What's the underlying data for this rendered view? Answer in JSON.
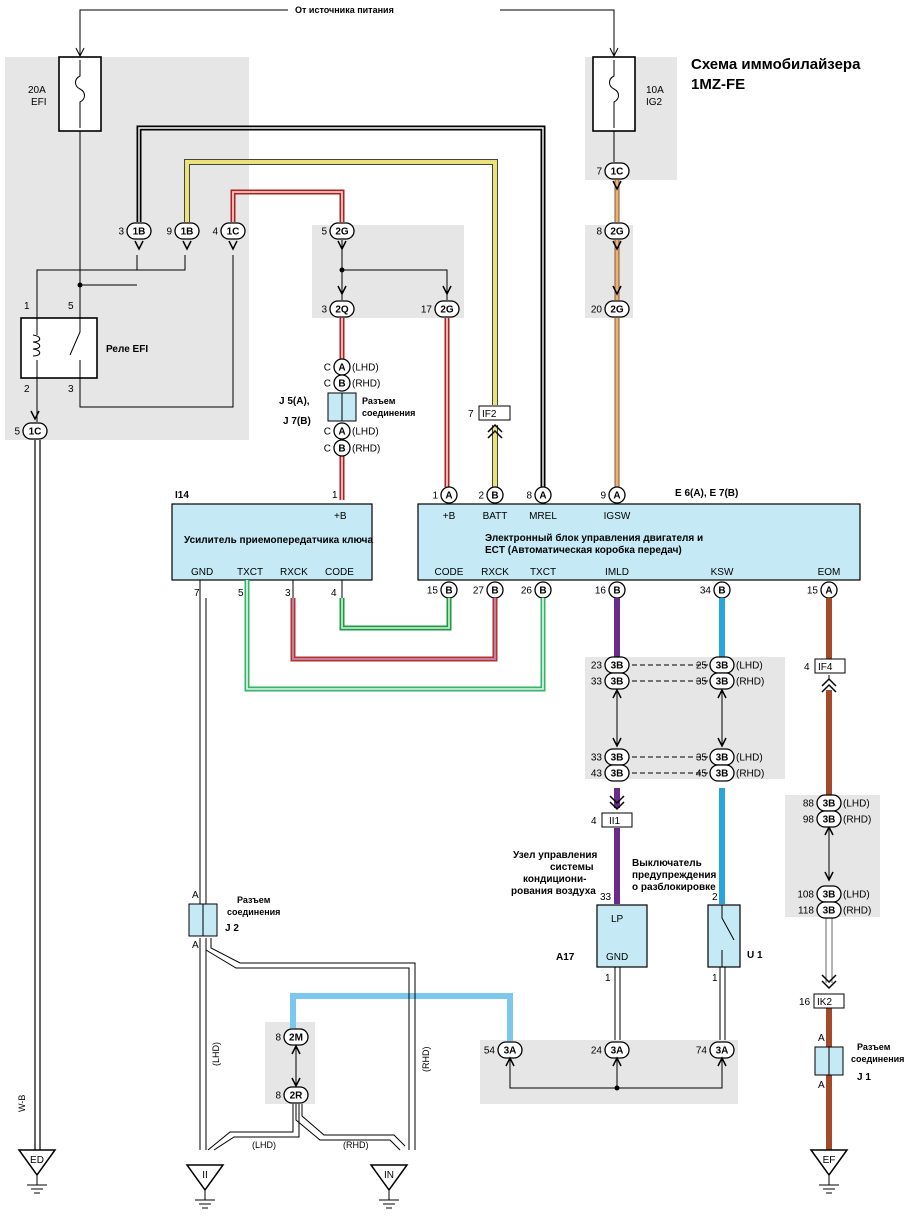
{
  "title": {
    "line1": "Схема иммобилайзера",
    "line2": "1MZ-FE"
  },
  "power_source": "От  источника питания",
  "fuses": [
    {
      "amp": "20A",
      "name": "EFI"
    },
    {
      "amp": "10A",
      "name": "IG2"
    }
  ],
  "relay_label": "Реле EFI",
  "relay_pins": [
    "1",
    "5",
    "2",
    "3"
  ],
  "connectors": {
    "c1B_3": {
      "pin": "3",
      "code": "1B"
    },
    "c1B_9": {
      "pin": "9",
      "code": "1B"
    },
    "c1C_4": {
      "pin": "4",
      "code": "1C"
    },
    "c2G_5": {
      "pin": "5",
      "code": "2G"
    },
    "c2Q_3": {
      "pin": "3",
      "code": "2Q"
    },
    "c2G_17": {
      "pin": "17",
      "code": "2G"
    },
    "c1C_7": {
      "pin": "7",
      "code": "1C"
    },
    "c2G_8": {
      "pin": "8",
      "code": "2G"
    },
    "c2G_20": {
      "pin": "20",
      "code": "2G"
    },
    "c1C_5": {
      "pin": "5",
      "code": "1C"
    },
    "if2": {
      "pin": "7",
      "code": "IF2"
    },
    "if4": {
      "pin": "4",
      "code": "IF4"
    },
    "ii1": {
      "pin": "4",
      "code": "II1"
    },
    "ik2": {
      "pin": "16",
      "code": "IK2"
    },
    "c2M": {
      "pin": "8",
      "code": "2M"
    },
    "c2R": {
      "pin": "8",
      "code": "2R"
    },
    "c3A_54": {
      "pin": "54",
      "code": "3A"
    },
    "c3A_24": {
      "pin": "24",
      "code": "3A"
    },
    "c3A_74": {
      "pin": "74",
      "code": "3A"
    }
  },
  "j5": {
    "top": [
      {
        "pin": "C",
        "code": "A",
        "tag": "(LHD)"
      },
      {
        "pin": "C",
        "code": "B",
        "tag": "(RHD)"
      }
    ],
    "bottom": [
      {
        "pin": "C",
        "code": "A",
        "tag": "(LHD)"
      },
      {
        "pin": "C",
        "code": "B",
        "tag": "(RHD)"
      }
    ],
    "label1": "J 5(A),",
    "label2": "J 7(B)",
    "desc1": "Разъем",
    "desc2": "соединения"
  },
  "amp_unit": {
    "id": "I14",
    "title": "Усилитель приемопередатчика ключа",
    "top_pin": "1",
    "top_term": "+B",
    "terms": [
      "GND",
      "TXCT",
      "RXCK",
      "CODE"
    ],
    "pins": [
      "7",
      "5",
      "3",
      "4"
    ]
  },
  "ecu": {
    "id": "E 6(A), E 7(B)",
    "title1": "Электронный блок управления двигателя и",
    "title2": "ECT (Автоматическая коробка передач)",
    "top_terms": [
      {
        "pin": "1",
        "code": "A",
        "term": "+B"
      },
      {
        "pin": "2",
        "code": "B",
        "term": "BATT"
      },
      {
        "pin": "8",
        "code": "A",
        "term": "MREL"
      },
      {
        "pin": "9",
        "code": "A",
        "term": "IGSW"
      }
    ],
    "bottom_terms": [
      {
        "pin": "15",
        "code": "B",
        "term": "CODE"
      },
      {
        "pin": "27",
        "code": "B",
        "term": "RXCK"
      },
      {
        "pin": "26",
        "code": "B",
        "term": "TXCT"
      },
      {
        "pin": "16",
        "code": "B",
        "term": "IMLD"
      },
      {
        "pin": "34",
        "code": "B",
        "term": "KSW"
      },
      {
        "pin": "15",
        "code": "A",
        "term": "EOM"
      }
    ]
  },
  "c3B_group1": [
    {
      "lpin": "23",
      "rpin": "25",
      "tag": "(LHD)"
    },
    {
      "lpin": "33",
      "rpin": "35",
      "tag": "(RHD)"
    }
  ],
  "c3B_group2": [
    {
      "lpin": "33",
      "rpin": "35",
      "tag": "(LHD)"
    },
    {
      "lpin": "43",
      "rpin": "45",
      "tag": "(RHD)"
    }
  ],
  "c3B_code": "3B",
  "eom_upper": [
    {
      "pin": "88",
      "tag": "(LHD)"
    },
    {
      "pin": "98",
      "tag": "(RHD)"
    }
  ],
  "eom_lower": [
    {
      "pin": "108",
      "tag": "(LHD)"
    },
    {
      "pin": "118",
      "tag": "(RHD)"
    }
  ],
  "ac_unit": {
    "line1": "Узел управления",
    "line2": "системы",
    "line3": "кондициони-",
    "line4": "рования воздуха",
    "pin_top": "33",
    "term": "LP",
    "term_gnd": "GND",
    "id": "A17",
    "pin_bottom": "1"
  },
  "switch_unit": {
    "line1": "Выключатель",
    "line2": "предупреждения",
    "line3": "о разблокировке",
    "pin_top": "2",
    "id": "U 1",
    "pin_bottom": "1"
  },
  "j2": {
    "pin_top": "A",
    "pin_bottom": "A",
    "desc1": "Разъем",
    "desc2": "соединения",
    "id": "J 2"
  },
  "j1": {
    "pin_top": "A",
    "pin_bottom": "A",
    "desc1": "Разъем",
    "desc2": "соединения",
    "id": "J 1"
  },
  "grounds": [
    "ED",
    "II",
    "IN",
    "EF"
  ],
  "wire_labels": {
    "wb": "W-B",
    "lhd": "(LHD)",
    "rhd": "(RHD)"
  },
  "colors": {
    "highlight": "#e6e6e6",
    "box_fill": "#c5eaf6",
    "wire_black": "#000000",
    "wire_yellow": "#ece27a",
    "wire_red": "#d84a4a",
    "wire_green": "#1d9a47",
    "wire_lgreen": "#33b566",
    "wire_orange": "#e8b27a",
    "wire_purple": "#6a2c8a",
    "wire_blue": "#2aa4dc",
    "wire_brown": "#a24a2a",
    "wire_lblue": "#7cc8ec"
  }
}
